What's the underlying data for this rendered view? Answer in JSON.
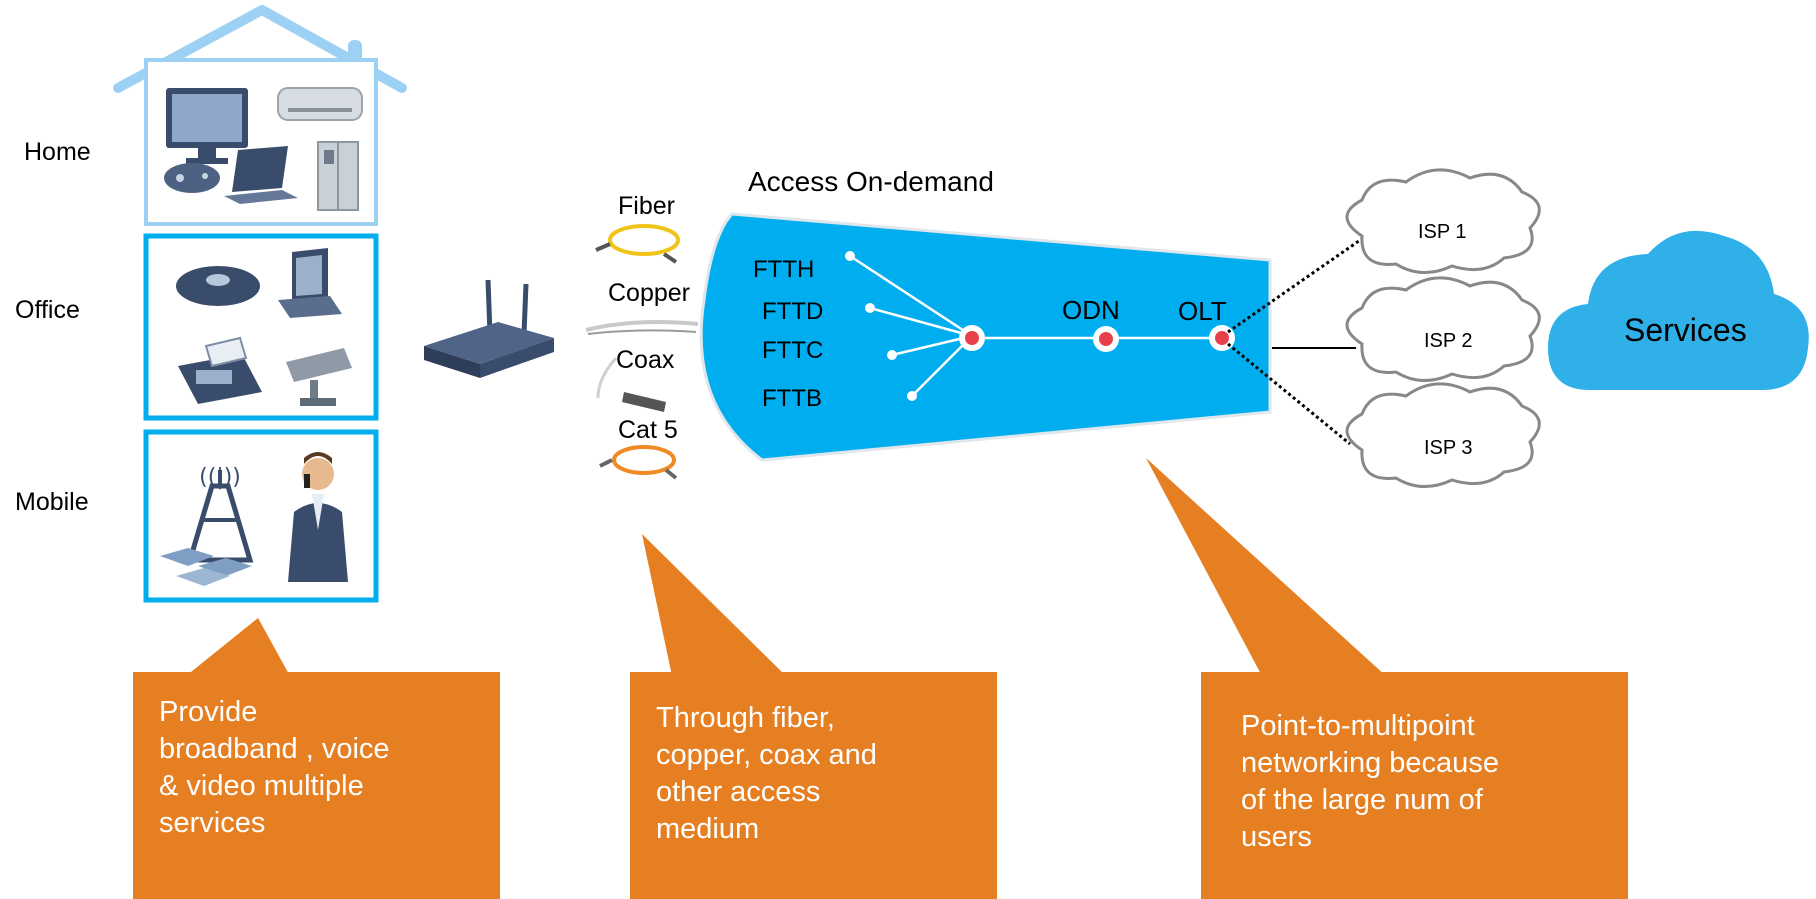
{
  "categories": {
    "home": "Home",
    "office": "Office",
    "mobile": "Mobile"
  },
  "media": {
    "fiber": "Fiber",
    "copper": "Copper",
    "coax": "Coax",
    "cat5": "Cat 5"
  },
  "access_title": "Access On-demand",
  "pon": {
    "ftth": "FTTH",
    "fttd": "FTTD",
    "fttc": "FTTC",
    "fttb": "FTTB",
    "odn": "ODN",
    "olt": "OLT"
  },
  "isps": [
    "ISP 1",
    "ISP 2",
    "ISP 3"
  ],
  "services": "Services",
  "callouts": {
    "left": [
      "Provide",
      "broadband ,  voice",
      "& video  multiple",
      "services"
    ],
    "middle": [
      "Through fiber,",
      "copper, coax  and",
      "other  access",
      "medium"
    ],
    "right": [
      "Point-to-multipoint",
      "networking  because",
      "of the  large num of",
      "users"
    ]
  },
  "colors": {
    "accent_blue": "#00aeef",
    "frame_light": "#9dd1f4",
    "callout_orange": "#e67e22",
    "node_red": "#e8404a",
    "device_navy": "#3a4c6b"
  }
}
